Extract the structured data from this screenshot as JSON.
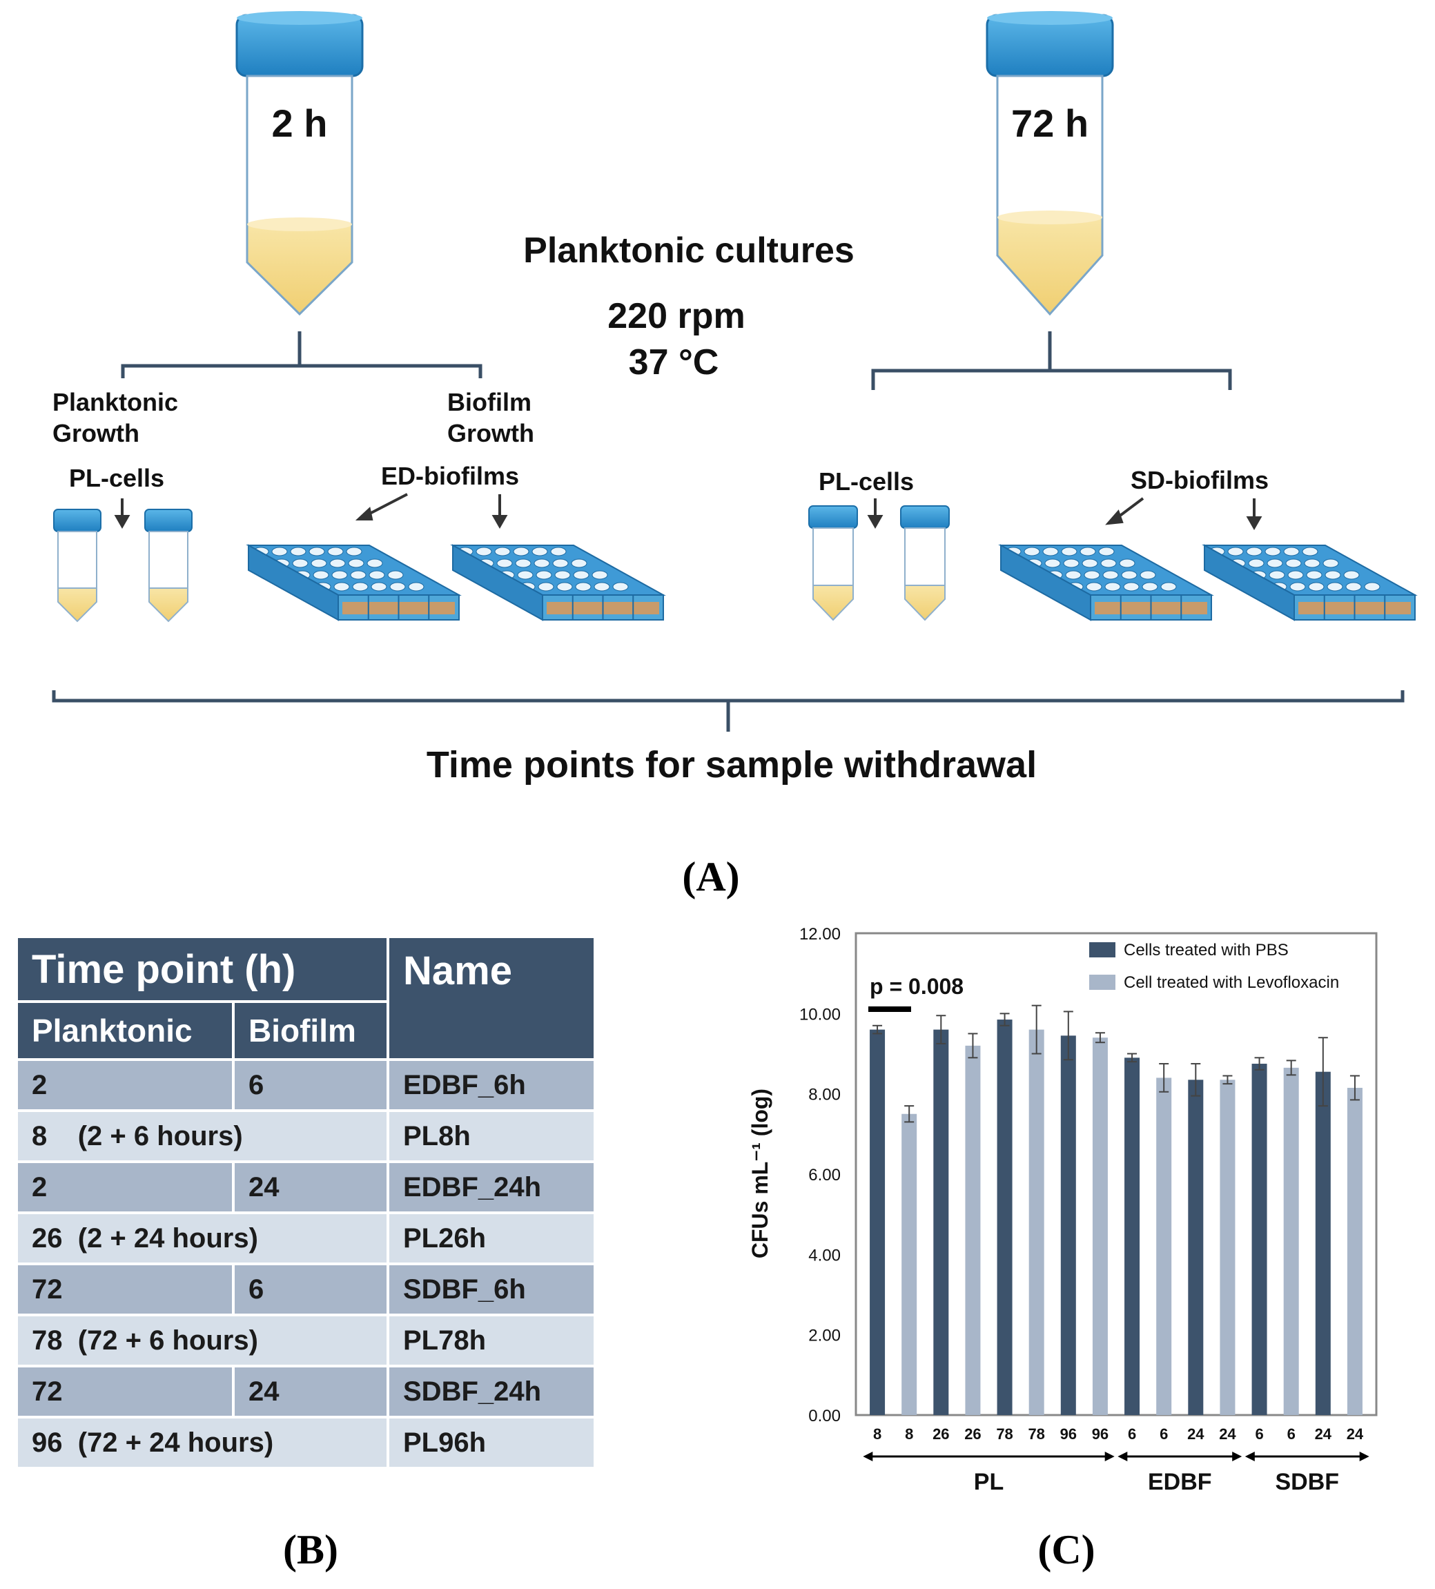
{
  "panel_a": {
    "tube_left_label": "2 h",
    "tube_right_label": "72 h",
    "center_title": "Planktonic cultures",
    "center_rpm": "220 rpm",
    "center_temp": "37 °C",
    "left_branch": {
      "planktonic_line1": "Planktonic",
      "planktonic_line2": "Growth",
      "biofilm_line1": "Biofilm",
      "biofilm_line2": "Growth",
      "pl_cells": "PL-cells",
      "biofilms": "ED-biofilms"
    },
    "right_branch": {
      "pl_cells": "PL-cells",
      "biofilms": "SD-biofilms"
    },
    "bottom_caption": "Time points for sample withdrawal",
    "panel_label": "(A)",
    "colors": {
      "cap": "#3aa0dc",
      "liquid": "#f3d98a",
      "plate": "#4fa7d9",
      "medium": "#c89b6a"
    }
  },
  "panel_b": {
    "header_time": "Time point (h)",
    "header_name": "Name",
    "sub_planktonic": "Planktonic",
    "sub_biofilm": "Biofilm",
    "rows": [
      {
        "planktonic": "2",
        "biofilm": "6",
        "name": "EDBF_6h",
        "merged": false
      },
      {
        "planktonic": "8    (2 + 6 hours)",
        "biofilm": "",
        "name": "PL8h",
        "merged": true
      },
      {
        "planktonic": "2",
        "biofilm": "24",
        "name": "EDBF_24h",
        "merged": false
      },
      {
        "planktonic": "26  (2 + 24 hours)",
        "biofilm": "",
        "name": "PL26h",
        "merged": true
      },
      {
        "planktonic": "72",
        "biofilm": "6",
        "name": "SDBF_6h",
        "merged": false
      },
      {
        "planktonic": "78  (72 + 6 hours)",
        "biofilm": "",
        "name": "PL78h",
        "merged": true
      },
      {
        "planktonic": "72",
        "biofilm": "24",
        "name": "SDBF_24h",
        "merged": false
      },
      {
        "planktonic": "96  (72 + 24 hours)",
        "biofilm": "",
        "name": "PL96h",
        "merged": true
      }
    ],
    "panel_label": "(B)"
  },
  "chart_data": {
    "type": "bar",
    "title": "",
    "xlabel": "",
    "ylabel": "CFUs mL⁻¹ (log)",
    "ylim": [
      0,
      12
    ],
    "yticks": [
      "0.00",
      "2.00",
      "4.00",
      "6.00",
      "8.00",
      "10.00",
      "12.00"
    ],
    "categories": [
      "8",
      "8",
      "26",
      "26",
      "78",
      "78",
      "96",
      "96",
      "6",
      "6",
      "24",
      "24",
      "6",
      "6",
      "24",
      "24"
    ],
    "bar_series": [
      0,
      1,
      0,
      1,
      0,
      1,
      0,
      1,
      0,
      1,
      0,
      1,
      0,
      1,
      0,
      1
    ],
    "values": [
      9.6,
      7.5,
      9.6,
      9.2,
      9.85,
      9.6,
      9.45,
      9.4,
      8.9,
      8.4,
      8.35,
      8.35,
      8.75,
      8.65,
      8.55,
      8.15
    ],
    "errors": [
      0.1,
      0.2,
      0.35,
      0.3,
      0.15,
      0.6,
      0.6,
      0.12,
      0.1,
      0.35,
      0.4,
      0.1,
      0.15,
      0.18,
      0.85,
      0.3
    ],
    "series": [
      {
        "name": "Cells treated with PBS",
        "color": "#3d536c"
      },
      {
        "name": "Cell treated with Levofloxacin",
        "color": "#a8b6c9"
      }
    ],
    "groups": [
      {
        "label": "PL",
        "from": 0,
        "to": 7
      },
      {
        "label": "EDBF",
        "from": 8,
        "to": 11
      },
      {
        "label": "SDBF",
        "from": 12,
        "to": 15
      }
    ],
    "annotation": "p = 0.008",
    "legend_position": "top-right",
    "grid": false
  },
  "panel_c_label": "(C)"
}
